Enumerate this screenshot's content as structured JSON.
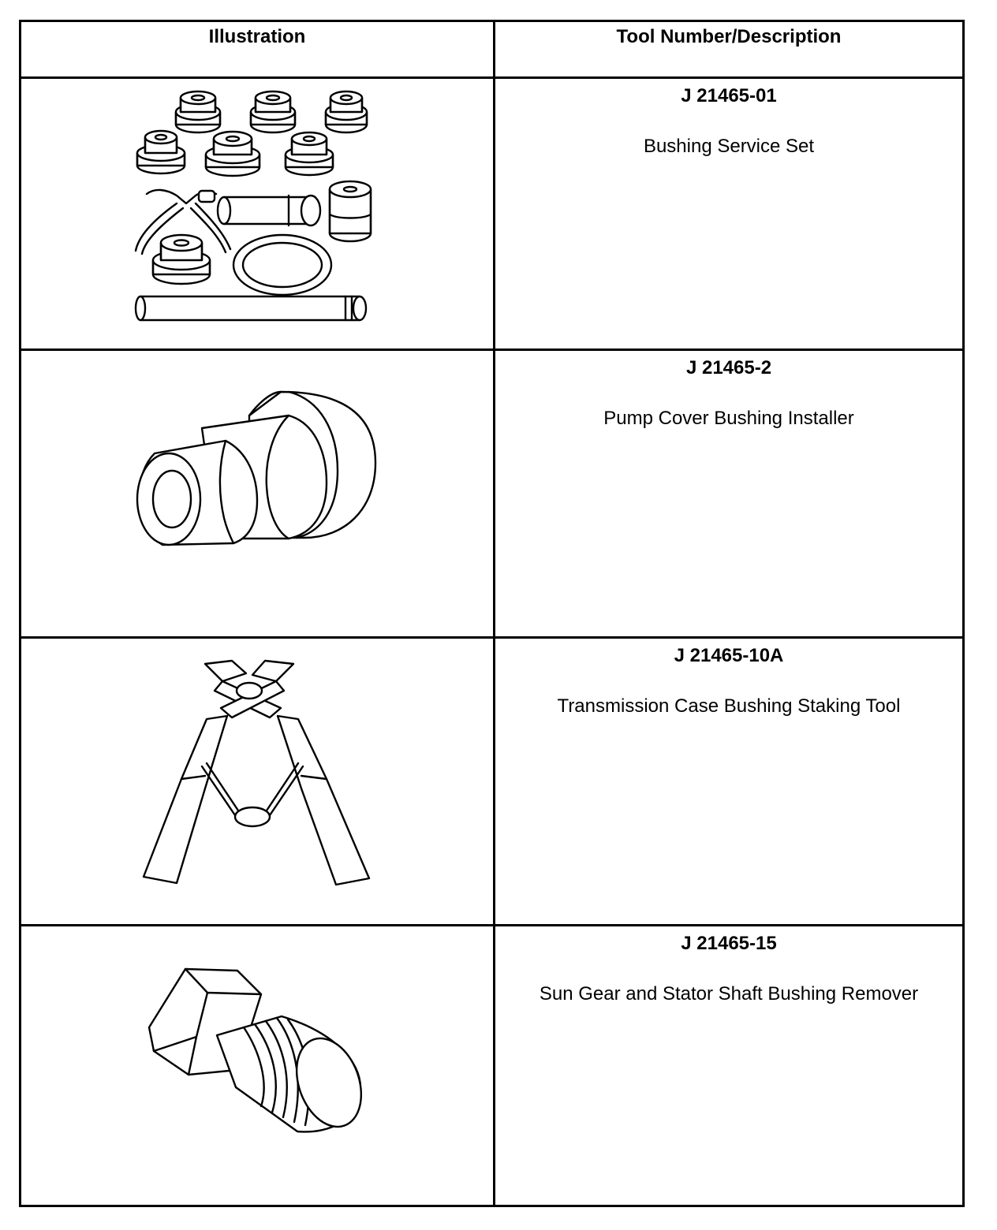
{
  "header": {
    "col_illustration": "Illustration",
    "col_tool": "Tool Number/Description"
  },
  "rows": [
    {
      "tool_number": "J 21465-01",
      "description": "Bushing Service Set",
      "icon": "bushing-service-set-icon"
    },
    {
      "tool_number": "J 21465-2",
      "description": "Pump Cover Bushing Installer",
      "icon": "pump-cover-bushing-installer-icon"
    },
    {
      "tool_number": "J 21465-10A",
      "description": "Transmission Case Bushing Staking Tool",
      "icon": "staking-tool-pliers-icon"
    },
    {
      "tool_number": "J 21465-15",
      "description": "Sun Gear and Stator Shaft Bushing Remover",
      "icon": "bushing-remover-bolt-icon"
    }
  ]
}
